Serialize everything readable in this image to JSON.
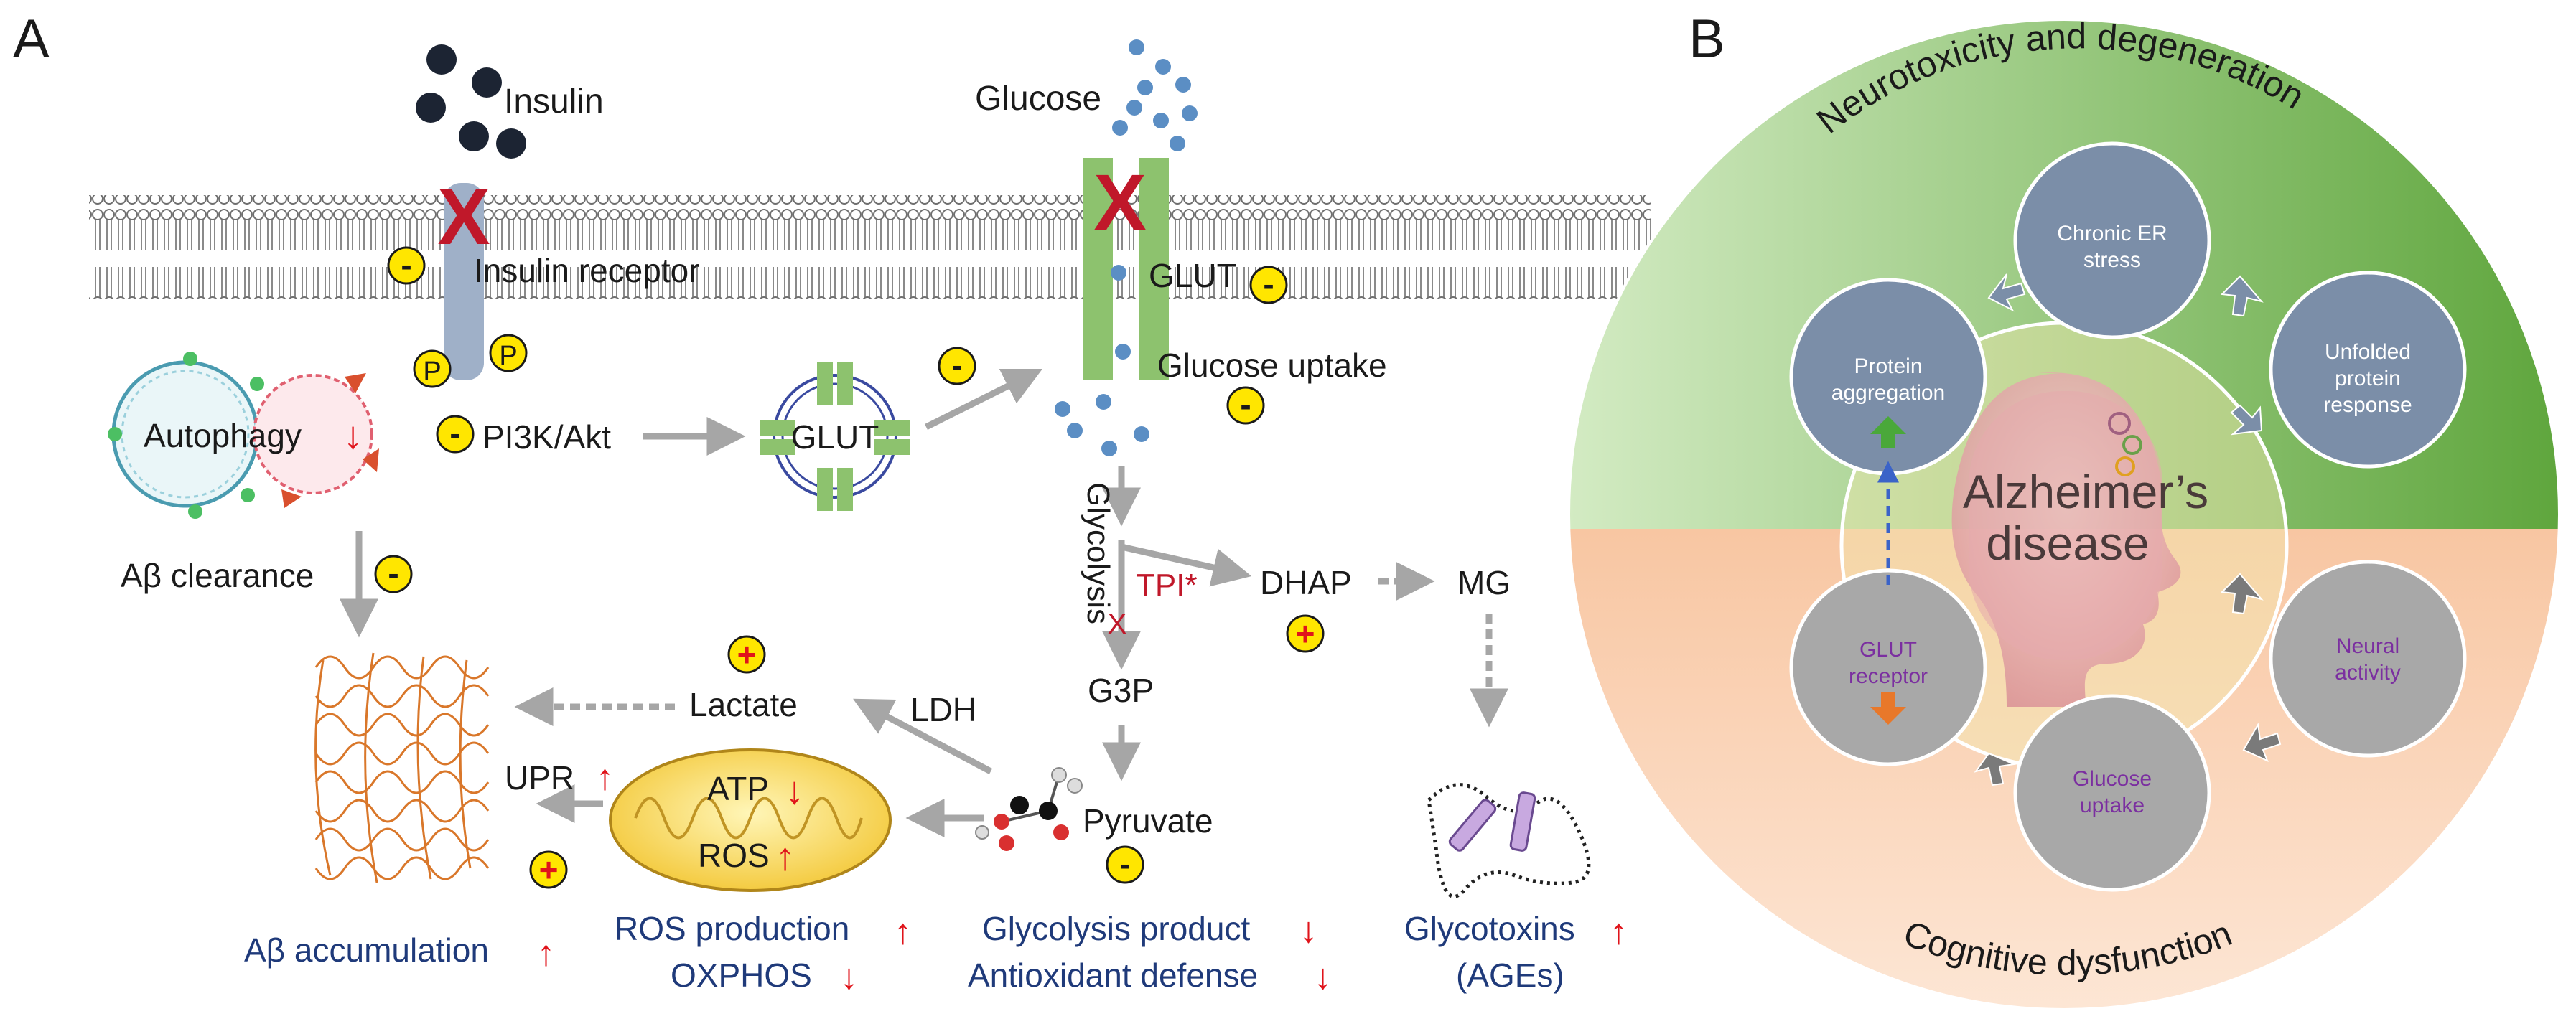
{
  "panels": {
    "a": "A",
    "b": "B"
  },
  "panel_a": {
    "insulin": "Insulin",
    "insulin_receptor": "Insulin receptor",
    "glucose": "Glucose",
    "glut_membrane": "GLUT",
    "glut_vesicle": "GLUT",
    "glucose_uptake": "Glucose uptake",
    "pi3k_akt": "PI3K/Akt",
    "phospho": "P",
    "autophagy": "Autophagy",
    "abeta_clearance": "Aβ clearance",
    "glycolysis": "Glycolysis",
    "tpi": "TPI*",
    "dhap": "DHAP",
    "mg": "MG",
    "g3p": "G3P",
    "pyruvate": "Pyruvate",
    "ldh": "LDH",
    "lactate": "Lactate",
    "atp": "ATP",
    "ros": "ROS",
    "upr": "UPR",
    "block_mark": "X",
    "minus": "-",
    "plus": "+",
    "arrow_up": "↑",
    "arrow_down": "↓",
    "captions": {
      "abeta_accumulation": "Aβ accumulation",
      "ros_production": "ROS production",
      "oxphos": "OXPHOS",
      "glycolysis_product": "Glycolysis product",
      "antioxidant_defense": "Antioxidant defense",
      "glycotoxins": "Glycotoxins",
      "ages": "(AGEs)"
    }
  },
  "panel_b": {
    "top_arc_label": "Neurotoxicity and degeneration",
    "bottom_arc_label": "Cognitive dysfunction",
    "center_line1": "Alzheimer’s",
    "center_line2": "disease",
    "nodes": {
      "chronic_er_stress": [
        "Chronic ER",
        "stress"
      ],
      "unfolded_protein_response": [
        "Unfolded",
        "protein",
        "response"
      ],
      "protein_aggregation": [
        "Protein",
        "aggregation"
      ],
      "glut_receptor": [
        "GLUT",
        "receptor"
      ],
      "glucose_uptake": [
        "Glucose",
        "uptake"
      ],
      "neural_activity": [
        "Neural",
        "activity"
      ]
    }
  },
  "colors": {
    "text": "#1a1a1a",
    "caption_blue": "#1f3a7a",
    "red": "#e0141b",
    "block_red": "#c0182a",
    "yellow_badge": "#ffe600",
    "glut_green": "#8dc26e",
    "receptor_blue": "#9fb0c8",
    "arrow_gray": "#a6a6a6",
    "dot_blue": "#5b8ec4",
    "node_blue": "#7b8ea8",
    "node_gray": "#a8a8a8",
    "purple_text": "#7b2fa0",
    "green_half": "#6fb04c",
    "orange_half": "#f6b48a",
    "abeta_orange": "#d9772a"
  }
}
